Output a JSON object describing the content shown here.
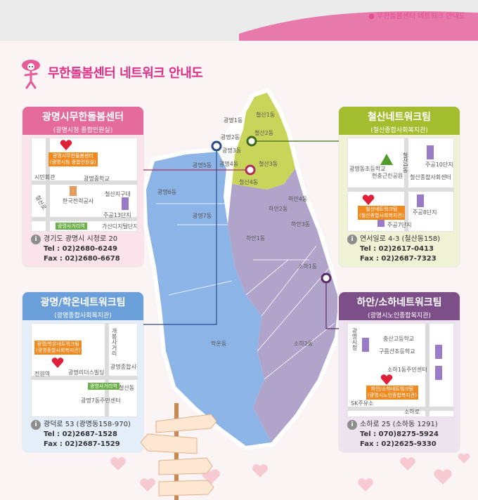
{
  "breadcrumb": "● 무한돌봄센터 네트워크 안내도",
  "page_title": "무한돌봄센터 네트워크 안내도",
  "colors": {
    "pink": "#e0508e",
    "green": "#9dbc2c",
    "blue": "#5a97d6",
    "purple": "#7c4f86"
  },
  "districts": {
    "gm1": "광명1동",
    "gm2": "광명2동",
    "gm3": "광명3동",
    "gm4": "광명4동",
    "gm5": "광명5동",
    "gm6": "광명6동",
    "gm7": "광명7동",
    "cs1": "철산1동",
    "cs2": "철산2동",
    "cs3": "철산3동",
    "cs4": "철산4동",
    "ha1": "하안1동",
    "ha2": "하안2동",
    "ha3": "하안3동",
    "ha4": "하안4동",
    "so1": "소하1동",
    "so2": "소하2동",
    "ho": "학온동"
  },
  "centers": {
    "main": {
      "title": "광명시무한돌봄센터",
      "subtitle": "(광명시청 종합민원실)",
      "map_tag": "광명시무한돌봄센터",
      "map_tag_sub": "(광명시청 종합민원실)",
      "map_labels": [
        "시민회관",
        "한국전력공사",
        "광명중학교",
        "철산지구대",
        "주공13단지",
        "가산디지털단지역",
        "광명사거리역",
        "철산로"
      ],
      "address": "경기도 광명시 시청로 20",
      "tel": "Tel : 02)2680-6249",
      "fax": "Fax : 02)2680-6678"
    },
    "cheolsan": {
      "title": "철산네트워크팀",
      "subtitle": "(철산종합사회복지관)",
      "map_tag": "철산네트워크팀",
      "map_tag_sub": "(철산종합사회복지관)",
      "map_labels": [
        "광명동초등학교",
        "현충근린공원",
        "철산종합사회센터",
        "주공10단지",
        "주공8단지",
        "주공7단지",
        "철산1동"
      ],
      "address": "연서일로 4-3 (철산동158)",
      "tel": "Tel : 02)2617-0413",
      "fax": "Fax : 02)2687-7323"
    },
    "gwangmyeong": {
      "title": "광명/학온네트워크팀",
      "subtitle": "(광명종합사회복지관)",
      "map_tag": "광명/학온네트워크팀",
      "map_tag_sub": "(광명종합사회복지관)",
      "map_labels": [
        "전원역",
        "광명리더스빌딩",
        "광명종합시장",
        "광명사거리역",
        "철산동",
        "광명7동주민센터",
        "개봉사거리"
      ],
      "address": "광덕로 53 (광명동158-970)",
      "tel": "Tel : 02)2687-1528",
      "fax": "Fax : 02)2687-1529"
    },
    "hayan": {
      "title": "하안/소하네트워크팀",
      "subtitle": "(광명시노인종합복지관)",
      "map_tag": "하안/소하네트워크팀",
      "map_tag_sub": "(광명시노인종합복지관)",
      "map_labels": [
        "충산고등학교",
        "구름산초등학교",
        "소하1동주민센터",
        "광명시노인종합복지관",
        "SK주유소",
        "소하로",
        "광명시청"
      ],
      "address": "소하로 25 (소하동 1291)",
      "tel": "Tel : 070)8275-5924",
      "fax": "Fax : 02)2625-9330"
    }
  },
  "info_icon": "info-circle-icon"
}
